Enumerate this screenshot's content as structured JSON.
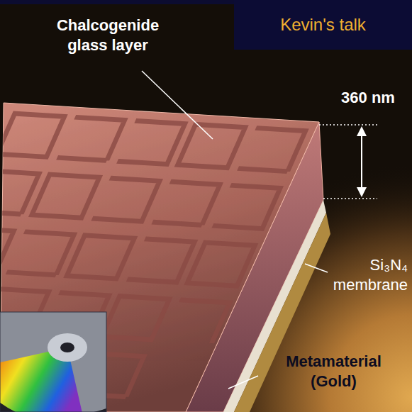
{
  "diagram": {
    "nodes": [
      {
        "text": [
          "Kevin's talk"
        ]
      }
    ],
    "labels": [
      "Chalcogenide glass layer",
      "360 nm",
      "Si₃N₄ membrane",
      "Metamaterial (Gold)"
    ]
  }
}
